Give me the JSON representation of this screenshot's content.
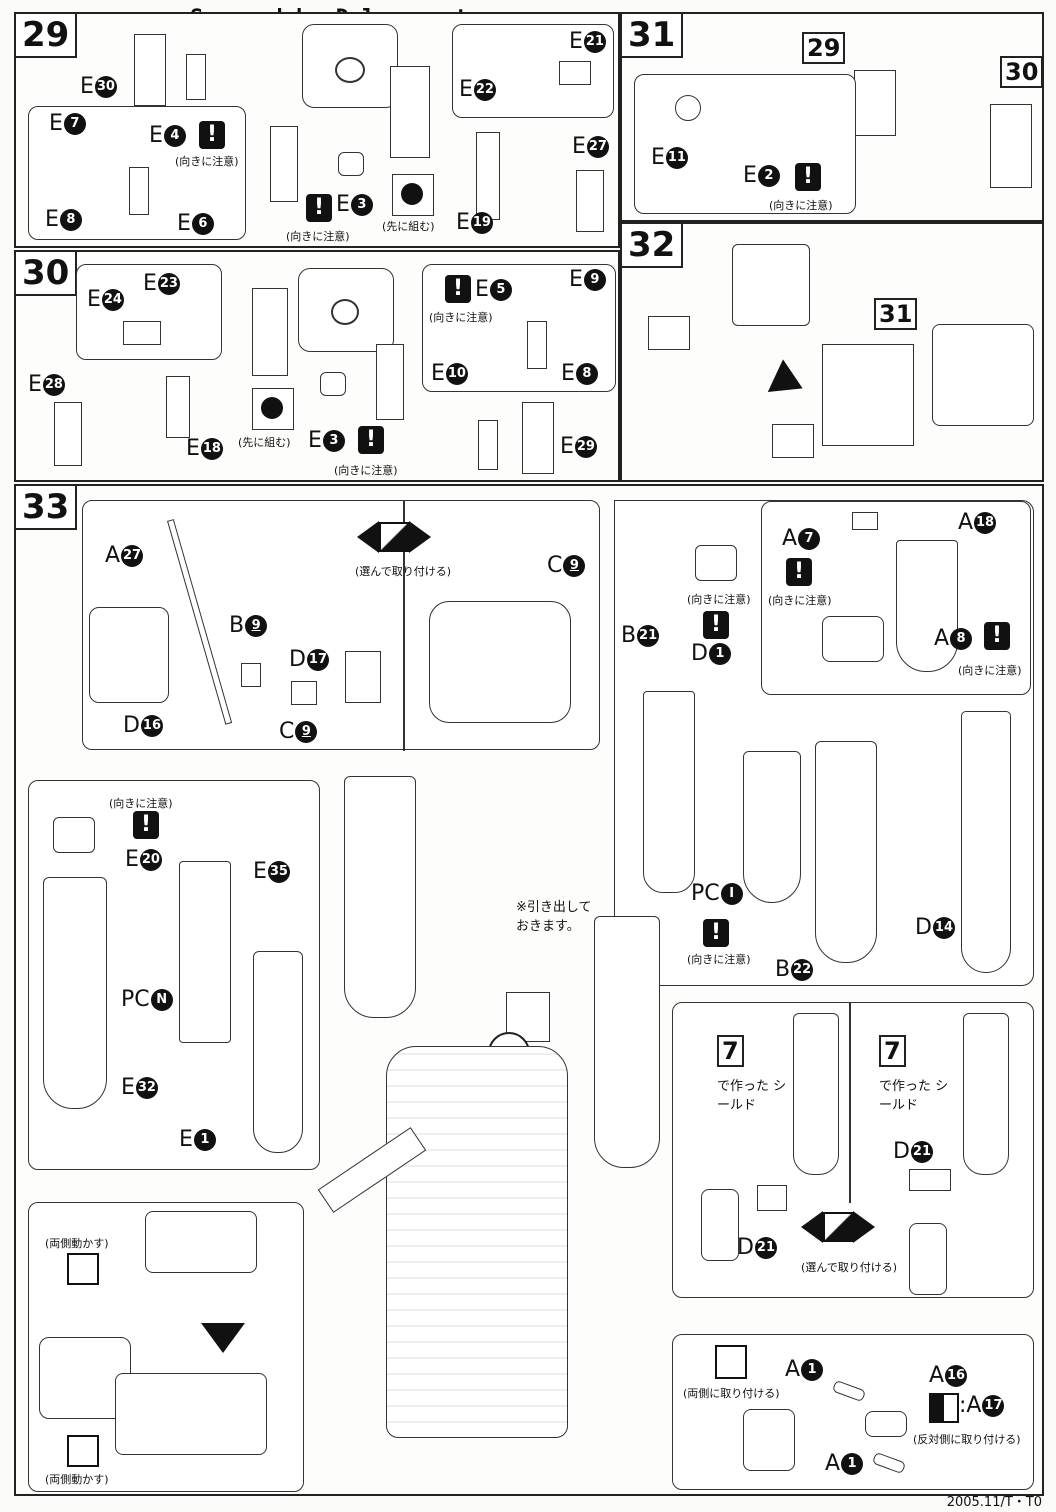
{
  "header": {
    "text": "Scanned by Dalong.net"
  },
  "footer": {
    "text": "2005.11/T・T0"
  },
  "notes": {
    "orientation": "(向きに注意)",
    "assemble_first": "(先に組む)",
    "choose": "(選んで取り付ける)",
    "pull_out": "※引き出して おきます。",
    "both_move": "(両側動かす)",
    "both_attach": "(両側に取り付ける)",
    "opposite_attach": "(反対側に取り付ける)",
    "shield_made": "で作った シールド"
  },
  "steps": {
    "s29": {
      "num": "29"
    },
    "s30": {
      "num": "30"
    },
    "s31": {
      "num": "31",
      "refs": [
        "29",
        "30"
      ]
    },
    "s32": {
      "num": "32",
      "ref": "31"
    },
    "s33": {
      "num": "33",
      "ref7": "7"
    }
  }
}
